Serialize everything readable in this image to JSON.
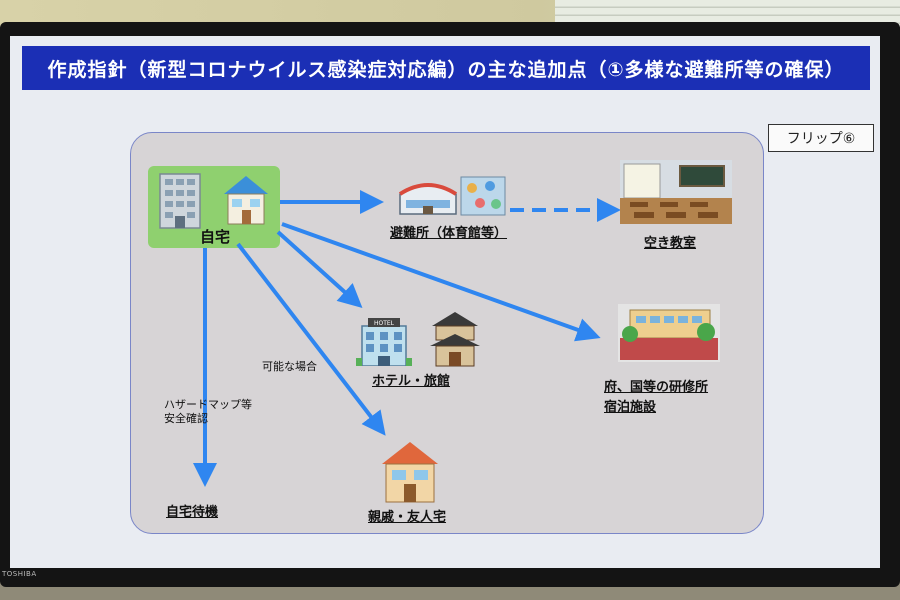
{
  "header": {
    "title": "作成指針（新型コロナウイルス感染症対応編）の主な追加点（①多様な避難所等の確保）"
  },
  "flip_label": "フリップ⑥",
  "nodes": {
    "home": "自宅",
    "shelter": "避難所（体育館等）",
    "classroom": "空き教室",
    "hotel": "ホテル・旅館",
    "training": "府、国等の研修所",
    "training2": "宿泊施設",
    "relatives": "親戚・友人宅",
    "stay_home": "自宅待機"
  },
  "notes": {
    "possible": "可能な場合",
    "hazard1": "ハザードマップ等",
    "hazard2": "安全確認"
  },
  "tv": {
    "brand": "TOSHIBA"
  },
  "colors": {
    "header": "#1b2fb5",
    "arrow": "#2f86f0",
    "home_box": "#8fd06f"
  },
  "icons": [
    "apartment-building-icon",
    "house-icon",
    "gymnasium-icon",
    "classroom-icon",
    "hotel-icon",
    "ryokan-icon",
    "training-facility-icon",
    "relative-house-icon"
  ]
}
